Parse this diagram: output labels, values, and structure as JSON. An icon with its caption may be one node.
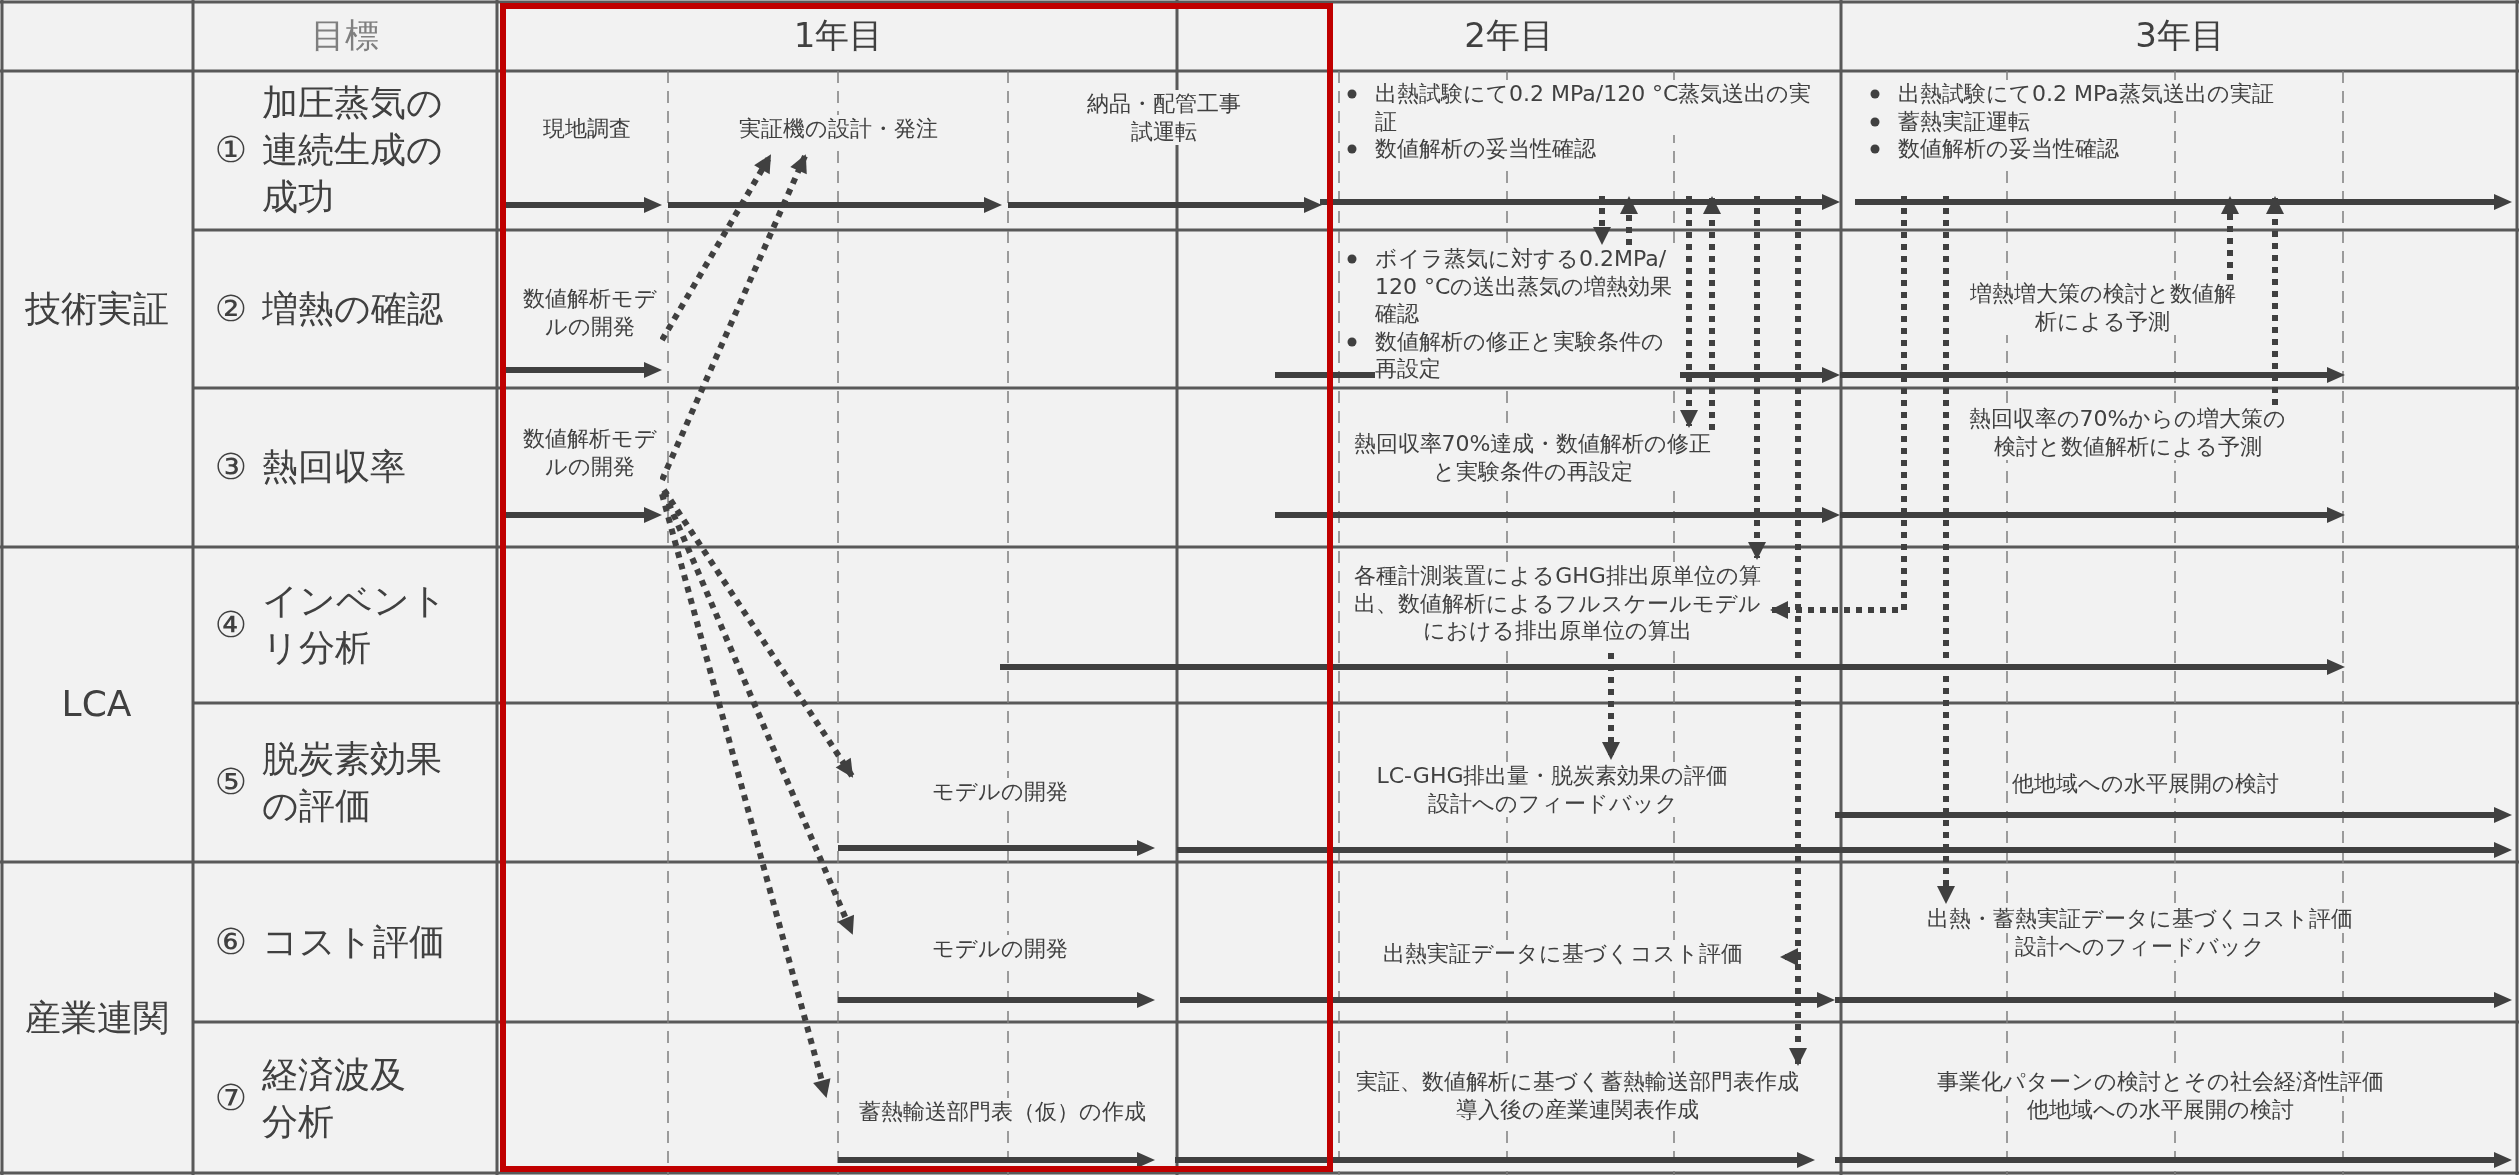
{
  "diagram": {
    "nodes": [
      {
        "text": [
          "現地調査"
        ]
      },
      {
        "text": [
          "実証機の設計・発注"
        ]
      },
      {
        "text": [
          "納品・配管工事",
          "試運転"
        ]
      },
      {
        "text": [
          "出熱試験にて0.2 MPa/120 °C蒸気送出の実証",
          "数値解析の妥当性確認"
        ]
      },
      {
        "text": [
          "出熱試験にて0.2 MPa蒸気送出の実証",
          "蓄熱実証運転",
          "数値解析の妥当性確認"
        ]
      },
      {
        "text": [
          "数値解析モデルの開発"
        ]
      },
      {
        "text": [
          "ボイラ蒸気に対する0.2MPa/ 120 °Cの送出蒸気の増熱効果確認",
          "数値解析の修正と実験条件の再設定"
        ]
      },
      {
        "text": [
          "増熱増大策の検討と数値解析による予測"
        ]
      },
      {
        "text": [
          "数値解析モデルの開発"
        ]
      },
      {
        "text": [
          "熱回収率70%達成・数値解析の修正と実験条件の再設定"
        ]
      },
      {
        "text": [
          "熱回収率の70%からの増大策の検討と数値解析による予測"
        ]
      },
      {
        "text": [
          "各種計測装置によるGHG排出原単位の算出、数値解析によるフルスケールモデルにおける排出原単位の算出"
        ]
      },
      {
        "text": [
          "モデルの開発"
        ]
      },
      {
        "text": [
          "LC-GHG排出量・脱炭素効果の評価",
          "設計へのフィードバック"
        ]
      },
      {
        "text": [
          "他地域への水平展開の検討"
        ]
      },
      {
        "text": [
          "モデルの開発"
        ]
      },
      {
        "text": [
          "出熱実証データに基づくコスト評価"
        ]
      },
      {
        "text": [
          "出熱・蓄熱実証データに基づくコスト評価",
          "設計へのフィードバック"
        ]
      },
      {
        "text": [
          "蓄熱輸送部門表（仮）の作成"
        ]
      },
      {
        "text": [
          "実証、数値解析に基づく蓄熱輸送部門表作成",
          "導入後の産業連関表作成"
        ]
      },
      {
        "text": [
          "事業化パターンの検討とその社会経済性評価",
          "他地域への水平展開の検討"
        ]
      }
    ],
    "edges": [
      {
        "from": 5,
        "to": 1,
        "arrow": "to",
        "style": "dashed"
      },
      {
        "from": 8,
        "to": 1,
        "arrow": "to",
        "style": "dashed"
      },
      {
        "from": 8,
        "to": 12,
        "arrow": "to",
        "style": "dashed"
      },
      {
        "from": 8,
        "to": 15,
        "arrow": "to",
        "style": "dashed"
      },
      {
        "from": 8,
        "to": 18,
        "arrow": "to",
        "style": "dashed"
      },
      {
        "from": 3,
        "to": 6,
        "arrow": "to",
        "style": "dashed"
      },
      {
        "from": 6,
        "to": 3,
        "arrow": "to",
        "style": "dashed"
      },
      {
        "from": 3,
        "to": 9,
        "arrow": "to",
        "style": "dashed"
      },
      {
        "from": 9,
        "to": 3,
        "arrow": "to",
        "style": "dashed"
      },
      {
        "from": 3,
        "to": 11,
        "arrow": "to",
        "style": "dashed"
      },
      {
        "from": 3,
        "to": 16,
        "arrow": "to",
        "style": "dashed"
      },
      {
        "from": 3,
        "to": 19,
        "arrow": "to",
        "style": "dashed"
      },
      {
        "from": 4,
        "to": 11,
        "arrow": "to",
        "style": "dashed"
      },
      {
        "from": 4,
        "to": 17,
        "arrow": "to",
        "style": "dashed"
      },
      {
        "from": 7,
        "to": 4,
        "arrow": "to",
        "style": "dashed"
      },
      {
        "from": 10,
        "to": 4,
        "arrow": "to",
        "style": "dashed"
      },
      {
        "from": 11,
        "to": 13,
        "arrow": "to",
        "style": "dashed"
      }
    ],
    "labels": [
      "目標",
      "1年目",
      "2年目",
      "3年目",
      "技術実証",
      "①",
      "加圧蒸気の連続生成の成功",
      "②",
      "増熱の確認",
      "③",
      "熱回収率",
      "LCA",
      "④",
      "インベントリ分析",
      "⑤",
      "脱炭素効果の評価",
      "産業連関",
      "⑥",
      "コスト評価",
      "⑦",
      "経済波及分析"
    ]
  }
}
